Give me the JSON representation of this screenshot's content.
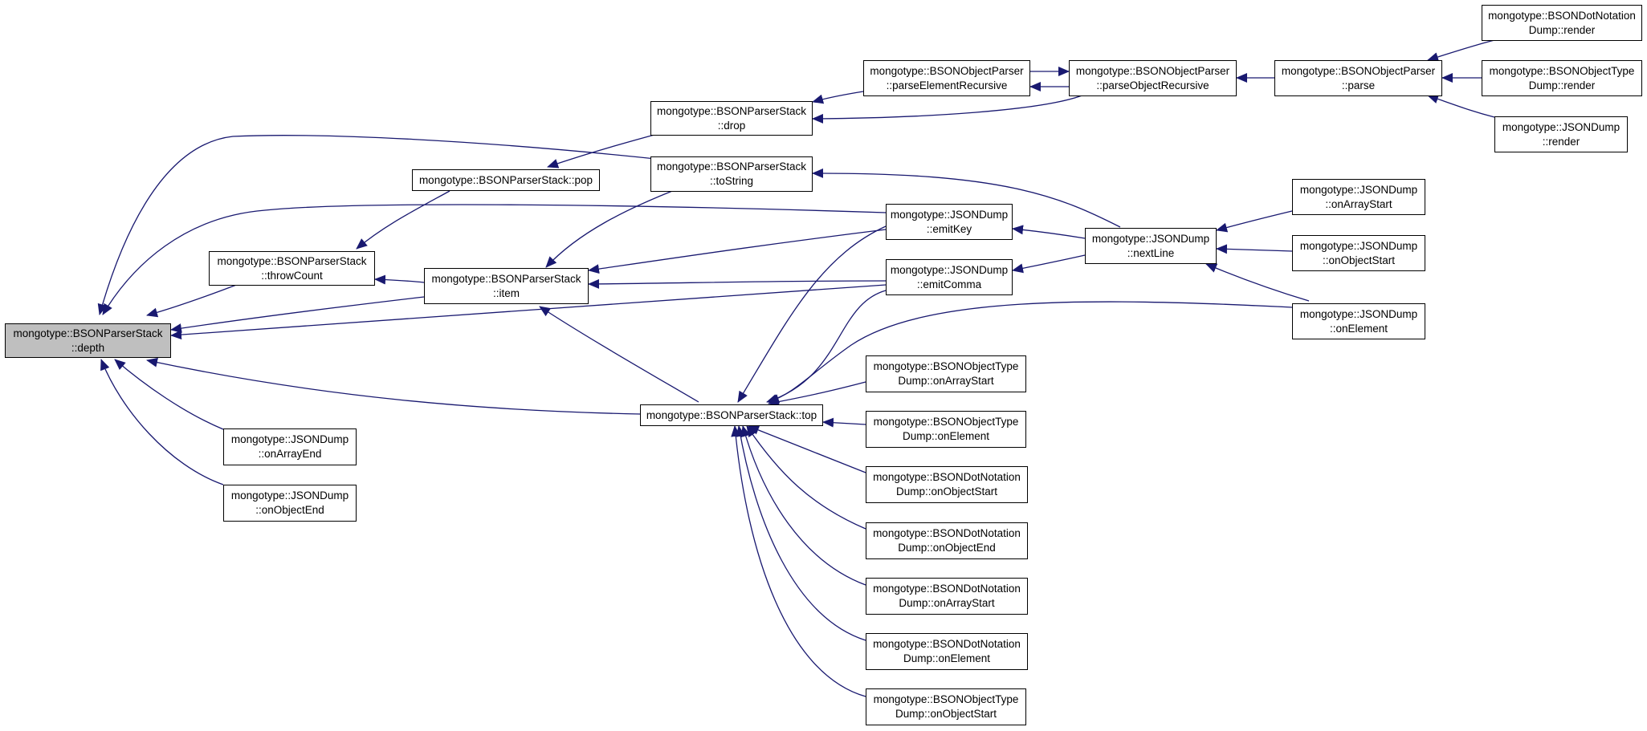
{
  "colors": {
    "edge": "#191970",
    "focus_fill": "#bfbfbf",
    "border": "#000000",
    "background": "#ffffff"
  },
  "nodes": {
    "depth": {
      "l1": "mongotype::BSONParserStack",
      "l2": "::depth"
    },
    "throwCount": {
      "l1": "mongotype::BSONParserStack",
      "l2": "::throwCount"
    },
    "pop": {
      "l1": "mongotype::BSONParserStack::pop",
      "l2": ""
    },
    "item": {
      "l1": "mongotype::BSONParserStack",
      "l2": "::item"
    },
    "onArrayEnd": {
      "l1": "mongotype::JSONDump",
      "l2": "::onArrayEnd"
    },
    "onObjectEnd": {
      "l1": "mongotype::JSONDump",
      "l2": "::onObjectEnd"
    },
    "drop": {
      "l1": "mongotype::BSONParserStack",
      "l2": "::drop"
    },
    "toString": {
      "l1": "mongotype::BSONParserStack",
      "l2": "::toString"
    },
    "top": {
      "l1": "mongotype::BSONParserStack::top",
      "l2": ""
    },
    "parseElem": {
      "l1": "mongotype::BSONObjectParser",
      "l2": "::parseElementRecursive"
    },
    "emitKey": {
      "l1": "mongotype::JSONDump",
      "l2": "::emitKey"
    },
    "emitComma": {
      "l1": "mongotype::JSONDump",
      "l2": "::emitComma"
    },
    "otdArrStart": {
      "l1": "mongotype::BSONObjectType",
      "l2": "Dump::onArrayStart"
    },
    "otdElem": {
      "l1": "mongotype::BSONObjectType",
      "l2": "Dump::onElement"
    },
    "dndObjStart": {
      "l1": "mongotype::BSONDotNotation",
      "l2": "Dump::onObjectStart"
    },
    "dndObjEnd": {
      "l1": "mongotype::BSONDotNotation",
      "l2": "Dump::onObjectEnd"
    },
    "dndArrStart": {
      "l1": "mongotype::BSONDotNotation",
      "l2": "Dump::onArrayStart"
    },
    "dndElem": {
      "l1": "mongotype::BSONDotNotation",
      "l2": "Dump::onElement"
    },
    "otdObjStart": {
      "l1": "mongotype::BSONObjectType",
      "l2": "Dump::onObjectStart"
    },
    "parseObj": {
      "l1": "mongotype::BSONObjectParser",
      "l2": "::parseObjectRecursive"
    },
    "nextLine": {
      "l1": "mongotype::JSONDump",
      "l2": "::nextLine"
    },
    "parse": {
      "l1": "mongotype::BSONObjectParser",
      "l2": "::parse"
    },
    "jdArrStart": {
      "l1": "mongotype::JSONDump",
      "l2": "::onArrayStart"
    },
    "jdObjStart": {
      "l1": "mongotype::JSONDump",
      "l2": "::onObjectStart"
    },
    "jdElem": {
      "l1": "mongotype::JSONDump",
      "l2": "::onElement"
    },
    "dndRender": {
      "l1": "mongotype::BSONDotNotation",
      "l2": "Dump::render"
    },
    "otdRender": {
      "l1": "mongotype::BSONObjectType",
      "l2": "Dump::render"
    },
    "jdRender": {
      "l1": "mongotype::JSONDump",
      "l2": "::render"
    }
  }
}
